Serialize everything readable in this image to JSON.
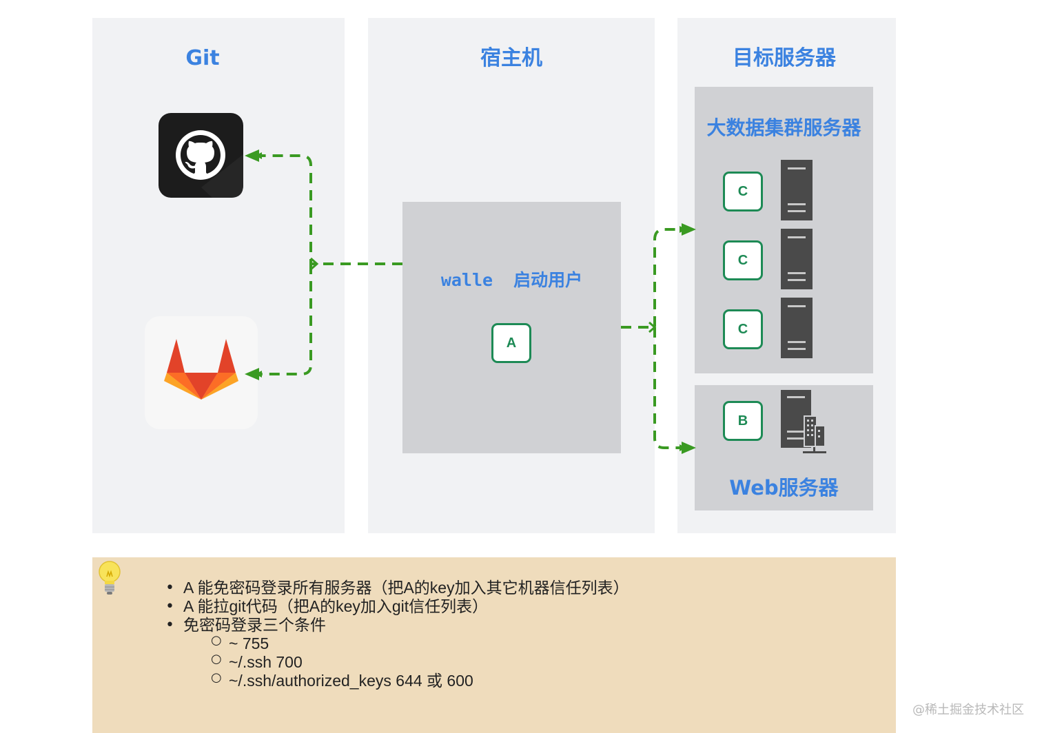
{
  "columns": {
    "git": {
      "title": "Git"
    },
    "host": {
      "title": "宿主机"
    },
    "target": {
      "title": "目标服务器"
    }
  },
  "host_box": {
    "label": "walle  启动用户",
    "node": "A"
  },
  "bigdata": {
    "label": "大数据集群服务器",
    "nodes": [
      "C",
      "C",
      "C"
    ]
  },
  "web": {
    "label": "Web服务器",
    "node": "B"
  },
  "icons": {
    "github": "github-logo",
    "gitlab": "gitlab-logo",
    "bulb": "lightbulb-icon",
    "server": "server-icon",
    "web_server": "web-server-icon"
  },
  "colors": {
    "title_blue": "#3b82e0",
    "node_green": "#1d8a55",
    "arrow_green": "#3a9a22",
    "note_bg": "#efdcbc"
  },
  "notes": {
    "items": [
      "A 能免密码登录所有服务器（把A的key加入其它机器信任列表）",
      "A 能拉git代码（把A的key加入git信任列表）",
      "免密码登录三个条件"
    ],
    "subitems": [
      "~ 755",
      "~/.ssh 700",
      "~/.ssh/authorized_keys 644 或 600"
    ]
  },
  "watermark": "@稀土掘金技术社区"
}
